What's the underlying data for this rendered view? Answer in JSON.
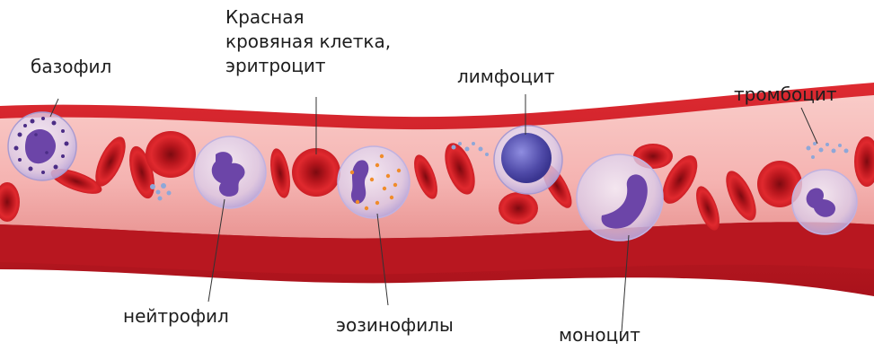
{
  "labels": {
    "basophil": "базофил",
    "erythrocyte": {
      "line1": "Красная",
      "line2": "кровяная клетка,",
      "line3": "эритроцит"
    },
    "lymphocyte": "лимфоцит",
    "thrombocyte": "тромбоцит",
    "neutrophil": "нейтрофил",
    "eosinophils": "эозинофилы",
    "monocyte": "моноцит"
  },
  "colors": {
    "vessel_outer": "#d7232b",
    "vessel_dark": "#a3111a",
    "lumen": "#f6b9b7",
    "lumen_shadow": "#e58e8d",
    "rbc": "#cf1c22",
    "rbc_center": "#8f0e14",
    "nucleus": "#6c45a8",
    "cell_membrane": "#d9d0ec",
    "platelet": "#8ea7d8",
    "eosinophil_granule": "#f08c2a",
    "leader_line": "#333333"
  }
}
